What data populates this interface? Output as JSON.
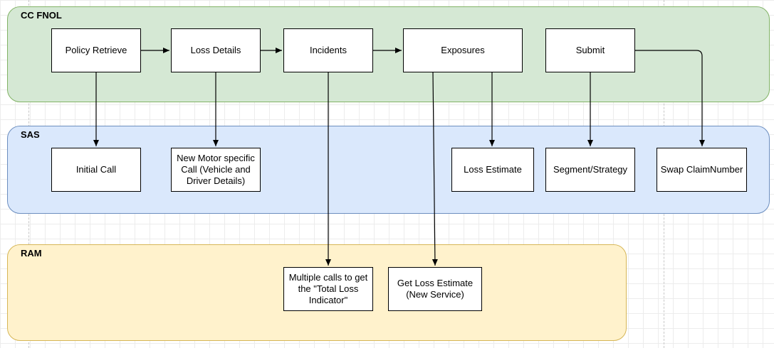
{
  "lanes": {
    "ccfnol": {
      "title": "CC FNOL"
    },
    "sas": {
      "title": "SAS"
    },
    "ram": {
      "title": "RAM"
    }
  },
  "nodes": {
    "policy_retrieve": "Policy Retrieve",
    "loss_details": "Loss Details",
    "incidents": "Incidents",
    "exposures": "Exposures",
    "submit": "Submit",
    "initial_call": "Initial Call",
    "new_motor_call": "New Motor specific Call (Vehicle  and Driver Details)",
    "loss_estimate": "Loss Estimate",
    "segment_strategy": "Segment/Strategy",
    "swap_claimnumber": "Swap ClaimNumber",
    "total_loss_calls": "Multiple calls to get the \"Total Loss Indicator\"",
    "get_loss_estimate": "Get Loss Estimate (New Service)"
  },
  "colors": {
    "ccfnol_fill": "#d5e8d4",
    "sas_fill": "#dae8fc",
    "ram_fill": "#fff2cc",
    "edge": "#000000"
  }
}
